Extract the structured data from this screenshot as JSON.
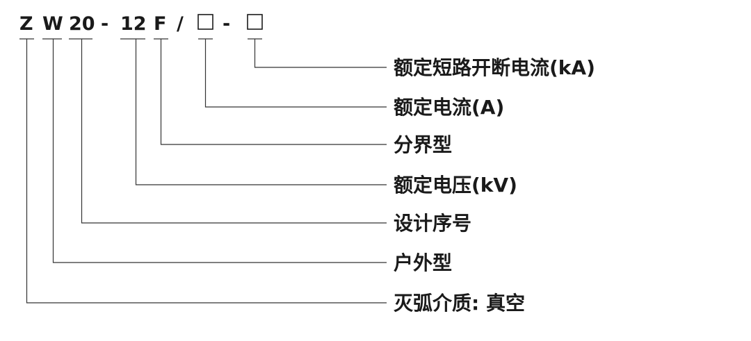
{
  "code": {
    "segments": [
      {
        "id": "z",
        "text": "Z"
      },
      {
        "id": "w",
        "text": "W"
      },
      {
        "id": "num20",
        "text": "20"
      },
      {
        "id": "dash1",
        "text": "-"
      },
      {
        "id": "num12",
        "text": "12"
      },
      {
        "id": "f",
        "text": "F"
      },
      {
        "id": "slash",
        "text": "/"
      },
      {
        "id": "box1",
        "text": "□"
      },
      {
        "id": "dash2",
        "text": "-"
      },
      {
        "id": "box2",
        "text": "□"
      }
    ]
  },
  "labels": [
    {
      "id": "rated-breaking-current",
      "text": "额定短路开断电流(kA)"
    },
    {
      "id": "rated-current",
      "text": "额定电流(A)"
    },
    {
      "id": "boundary-type",
      "text": "分界型"
    },
    {
      "id": "rated-voltage",
      "text": "额定电压(kV)"
    },
    {
      "id": "design-serial",
      "text": "设计序号"
    },
    {
      "id": "outdoor-type",
      "text": "户外型"
    },
    {
      "id": "arc-medium",
      "text": "灭弧介质: 真空"
    }
  ]
}
